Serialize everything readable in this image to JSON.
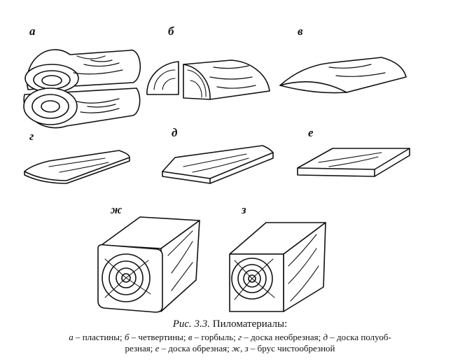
{
  "labels": {
    "a": "а",
    "b": "б",
    "v": "в",
    "g": "г",
    "d": "д",
    "e": "е",
    "zh": "ж",
    "z": "з"
  },
  "caption": {
    "fig_ref": "Рис. 3.3.",
    "title": "Пиломатериалы:",
    "legend_line1": [
      {
        "key": "а",
        "text": " – пластины; "
      },
      {
        "key": "б",
        "text": " – четвертины; "
      },
      {
        "key": "в",
        "text": " – горбыль; "
      },
      {
        "key": "г",
        "text": " – доска необрезная; "
      },
      {
        "key": "д",
        "text": " – доска полуоб-"
      }
    ],
    "legend_line2": [
      {
        "key": "",
        "text": "резная; "
      },
      {
        "key": "е",
        "text": " – доска обрезная; "
      },
      {
        "key": "ж, з",
        "text": " – брус чистообрезной"
      }
    ]
  }
}
